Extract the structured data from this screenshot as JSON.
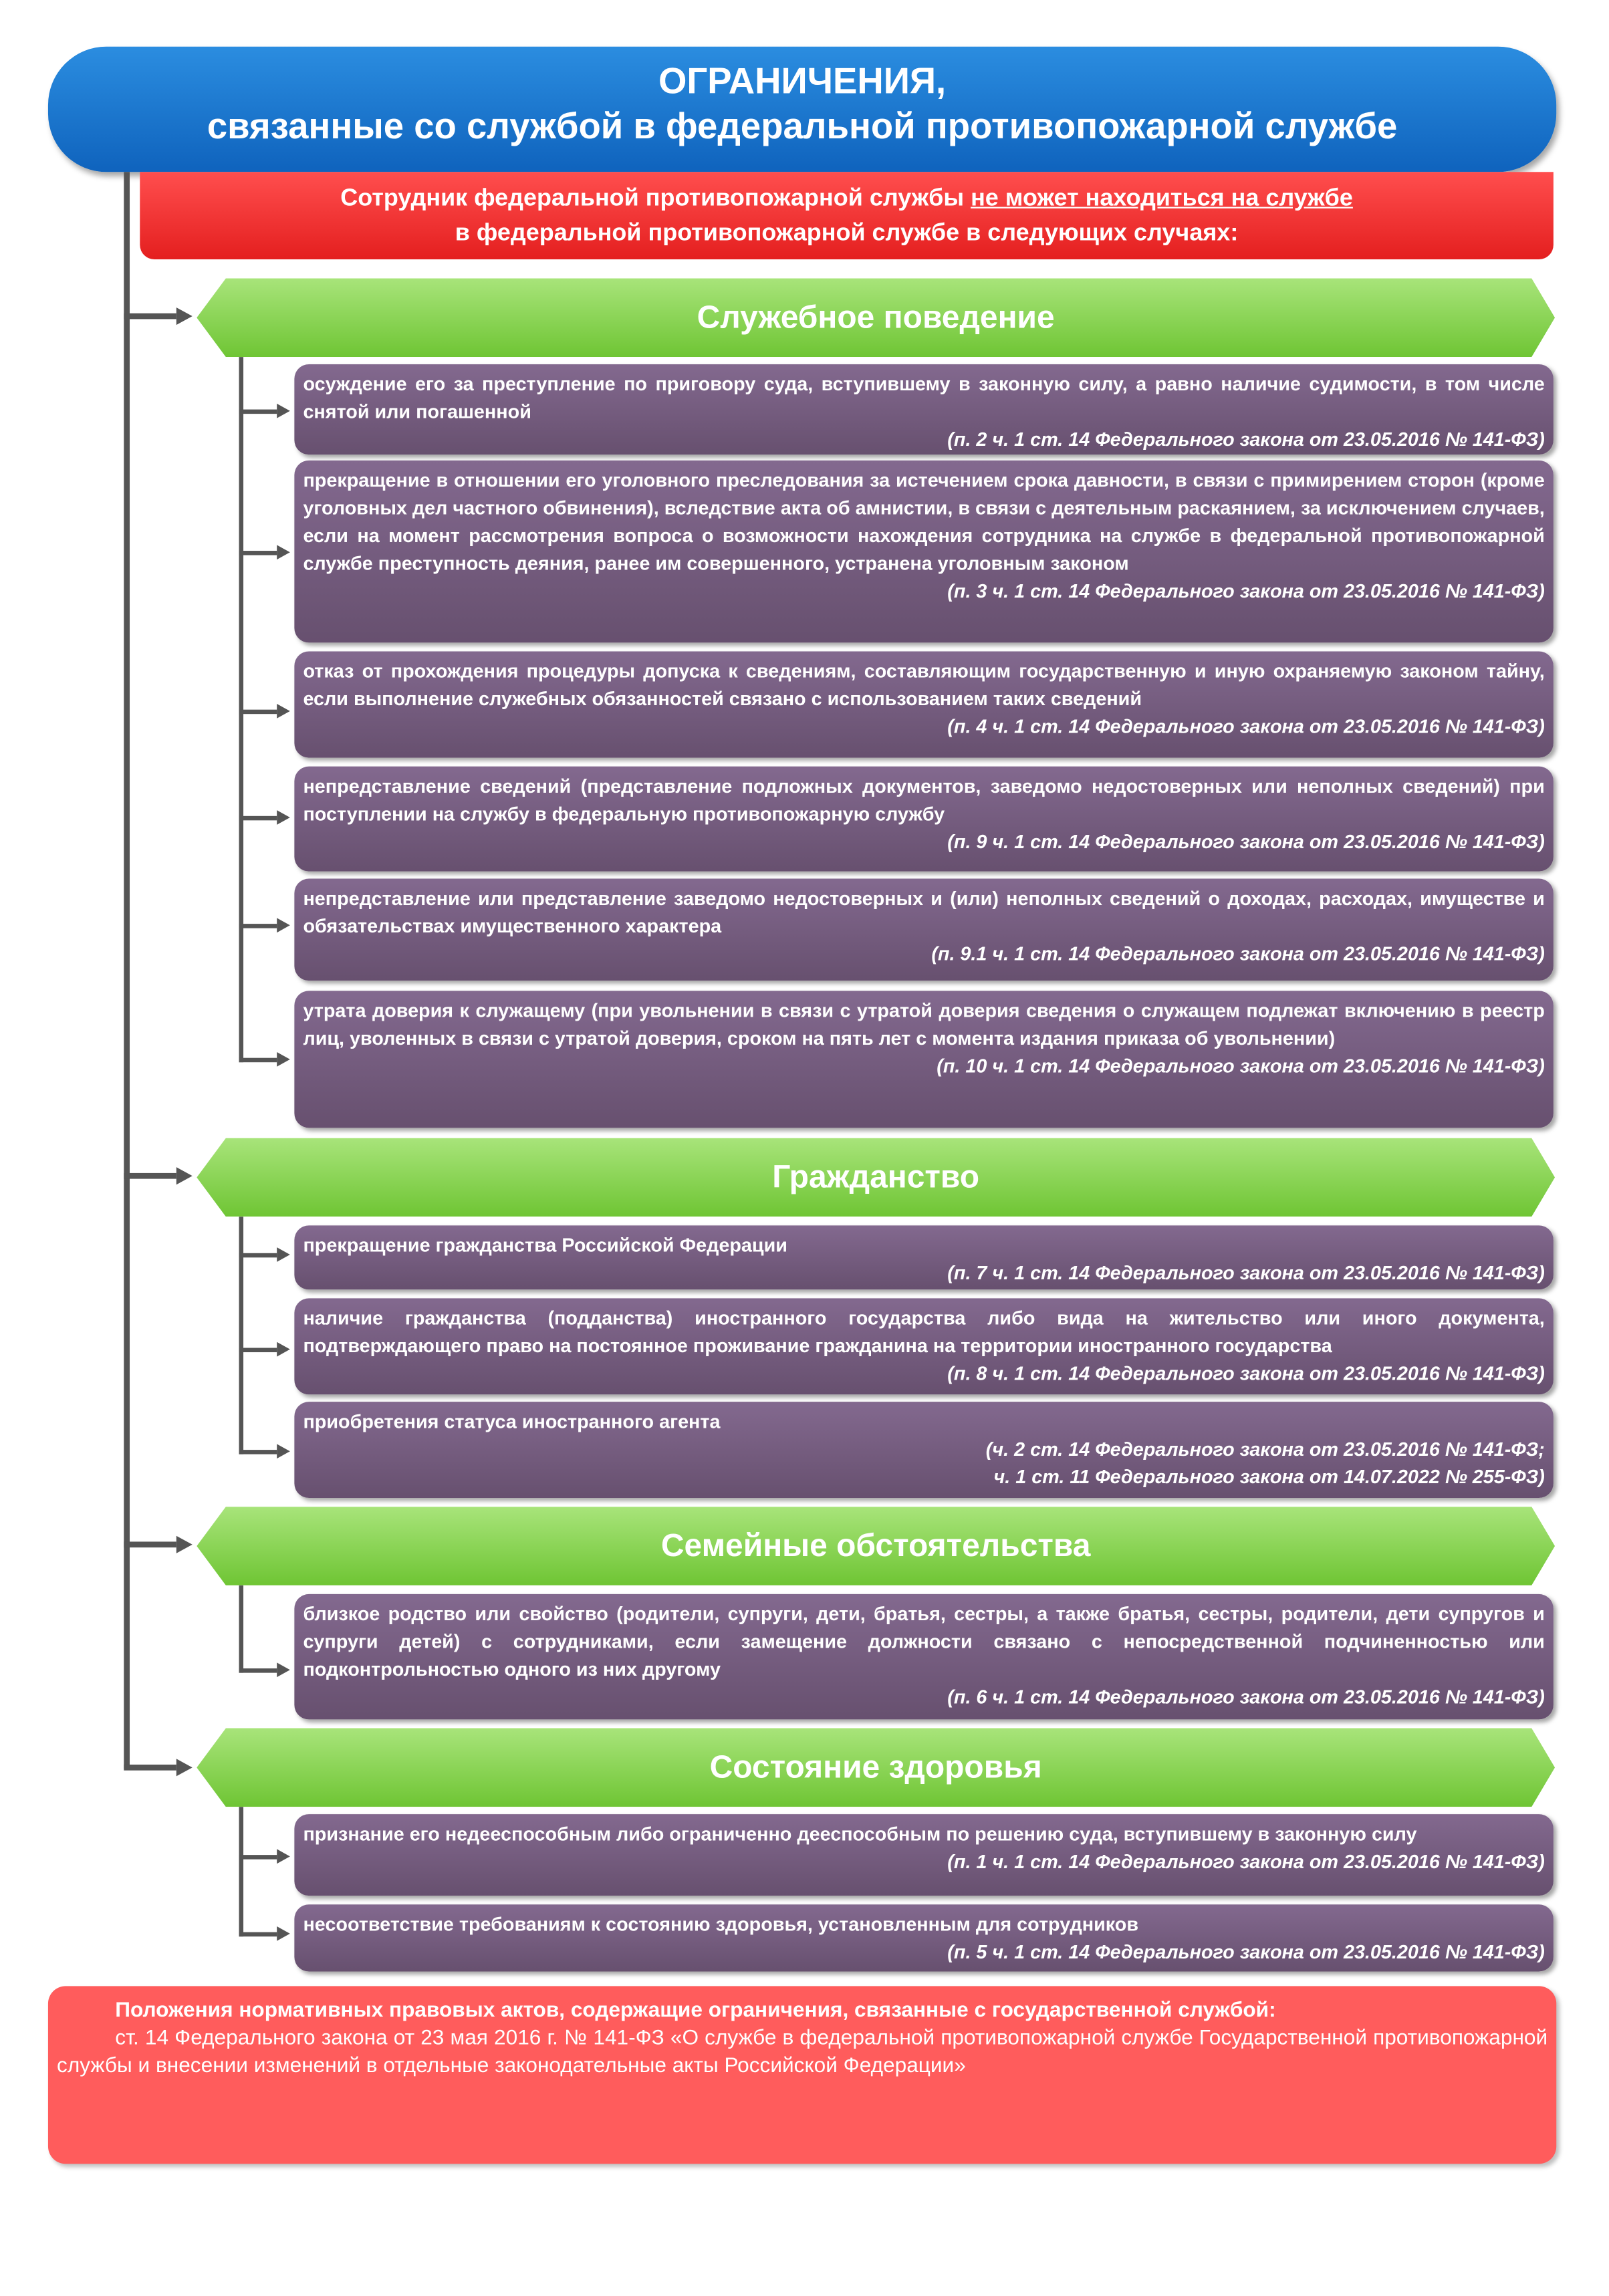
{
  "header": {
    "title_line1": "ОГРАНИЧЕНИЯ,",
    "title_line2": "связанные со службой в федеральной противопожарной службе"
  },
  "banner": {
    "part1": "Сотрудник федеральной противопожарной службы ",
    "part2": "не может находиться на службе",
    "part3": "в федеральной противопожарной службе в следующих случаях:"
  },
  "sections": [
    {
      "title": "Служебное поведение",
      "items": [
        {
          "text": "осуждение его за преступление по приговору суда, вступившему в законную силу, а равно наличие судимости, в том числе снятой или погашенной",
          "ref": "(п. 2 ч. 1 ст. 14 Федерального закона от 23.05.2016 № 141-ФЗ)"
        },
        {
          "text": "прекращение в отношении его уголовного преследования за истечением срока давности, в связи с примирением сторон (кроме уголовных дел частного обвинения), вследствие акта об амнистии, в связи с деятельным раскаянием, за исключением случаев, если на момент рассмотрения вопроса о возможности нахождения сотрудника на службе в федеральной противопожарной службе преступность деяния, ранее им совершенного, устранена уголовным законом",
          "ref": "(п. 3 ч. 1 ст. 14 Федерального закона от 23.05.2016 № 141-ФЗ)"
        },
        {
          "text": "отказ от прохождения процедуры допуска к сведениям, составляющим государственную и иную охраняемую законом тайну, если выполнение служебных обязанностей связано с использованием таких сведений",
          "ref": "(п. 4 ч. 1 ст. 14 Федерального закона от 23.05.2016 № 141-ФЗ)"
        },
        {
          "text": "непредставление сведений (представление подложных документов, заведомо недостоверных или неполных сведений) при поступлении на службу в федеральную противопожарную службу",
          "ref": "(п. 9 ч. 1 ст. 14 Федерального закона от 23.05.2016 № 141-ФЗ)"
        },
        {
          "text": "непредставление или представление заведомо недостоверных и (или) неполных сведений о доходах, расходах, имуществе и обязательствах имущественного характера",
          "ref": "(п. 9.1 ч. 1 ст. 14 Федерального закона от 23.05.2016 № 141-ФЗ)"
        },
        {
          "text": "утрата доверия к служащему (при увольнении в связи с утратой доверия сведения о служащем подлежат включению в реестр лиц, уволенных в связи с утратой доверия, сроком на пять лет с момента издания приказа об увольнении)",
          "ref": "(п. 10 ч. 1 ст. 14 Федерального закона от 23.05.2016 № 141-ФЗ)"
        }
      ]
    },
    {
      "title": "Гражданство",
      "items": [
        {
          "text": "прекращение гражданства Российской Федерации",
          "ref": "(п. 7 ч. 1 ст. 14 Федерального закона от 23.05.2016 № 141-ФЗ)"
        },
        {
          "text": "наличие гражданства (подданства) иностранного государства либо вида на жительство или иного документа, подтверждающего право на постоянное проживание гражданина на территории иностранного государства",
          "ref": "(п. 8 ч. 1 ст. 14 Федерального закона от 23.05.2016 № 141-ФЗ)"
        },
        {
          "text": "приобретения статуса иностранного агента",
          "ref": "(ч. 2 ст. 14 Федерального закона от 23.05.2016 № 141-ФЗ;",
          "ref2": "ч. 1 ст. 11 Федерального закона от 14.07.2022 № 255-ФЗ)"
        }
      ]
    },
    {
      "title": "Семейные обстоятельства",
      "items": [
        {
          "text": "близкое родство или свойство (родители, супруги, дети, братья, сестры, а также братья, сестры, родители, дети супругов и супруги детей) с сотрудниками, если замещение должности связано с непосредственной подчиненностью или подконтрольностью одного из них другому",
          "ref": "(п. 6 ч. 1 ст. 14 Федерального закона от 23.05.2016 № 141-ФЗ)"
        }
      ]
    },
    {
      "title": "Состояние здоровья",
      "items": [
        {
          "text": "признание его недееспособным либо ограниченно дееспособным по решению суда, вступившему в законную силу",
          "ref": "(п. 1 ч. 1 ст. 14 Федерального закона от 23.05.2016 № 141-ФЗ)"
        },
        {
          "text": "несоответствие требованиям к состоянию здоровья, установленным для сотрудников",
          "ref": "(п. 5 ч. 1 ст. 14 Федерального закона от 23.05.2016 № 141-ФЗ)"
        }
      ]
    }
  ],
  "note": {
    "heading": "Положения нормативных правовых актов, содержащие ограничения, связанные с государственной службой:",
    "body": "ст. 14 Федерального закона от 23 мая 2016 г. № 141-ФЗ «О службе в федеральной противопожарной службе Государственной противопожарной службы и внесении изменений в отдельные законодательные акты Российской Федерации»"
  },
  "colors": {
    "title_blue": "#1a74d0",
    "banner_red": "#f03434",
    "section_green": "#86d24f",
    "item_purple": "#735b7d",
    "note_red": "#ff5c5c",
    "connector": "#555555"
  }
}
